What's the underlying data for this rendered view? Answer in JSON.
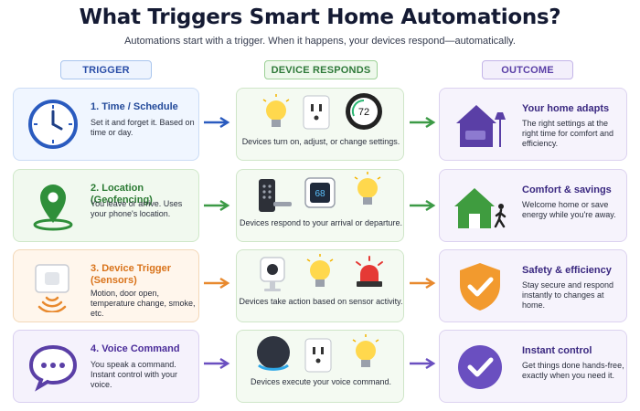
{
  "title": "What Triggers Smart Home Automations?",
  "subtitle": "Automations start with a trigger. When it happens, your devices respond—automatically.",
  "headers": {
    "trigger": "TRIGGER",
    "responds": "DEVICE RESPONDS",
    "outcome": "OUTCOME"
  },
  "rows": [
    {
      "trigger": {
        "title": "1. Time / Schedule",
        "desc": "Set it and forget it. Based on time or day.",
        "icon": "clock-icon",
        "color": "#234a9a"
      },
      "responds": {
        "text": "Devices turn on, adjust, or change settings.",
        "devices": [
          "light-bulb-icon",
          "smart-plug-icon",
          "thermostat-icon"
        ],
        "thermostat_value": "72"
      },
      "outcome": {
        "title": "Your home adapts",
        "desc": "The right settings at the right time for comfort and efficiency.",
        "icon": "home-lamp-icon"
      }
    },
    {
      "trigger": {
        "title": "2. Location (Geofencing)",
        "desc": "You leave or arrive. Uses your phone's location.",
        "icon": "location-pin-icon",
        "color": "#2b7a33"
      },
      "responds": {
        "text": "Devices respond to your arrival or departure.",
        "devices": [
          "smart-lock-icon",
          "thermostat-icon",
          "light-bulb-icon"
        ],
        "thermostat_value": "68"
      },
      "outcome": {
        "title": "Comfort & savings",
        "desc": "Welcome home or save energy while you're away.",
        "icon": "house-walking-icon"
      }
    },
    {
      "trigger": {
        "title": "3. Device Trigger (Sensors)",
        "desc": "Motion, door open, temperature change, smoke, etc.",
        "icon": "motion-sensor-icon",
        "color": "#d9731a"
      },
      "responds": {
        "text": "Devices take action based on sensor activity.",
        "devices": [
          "camera-icon",
          "light-bulb-icon",
          "siren-icon"
        ]
      },
      "outcome": {
        "title": "Safety & efficiency",
        "desc": "Stay secure and respond instantly to changes at home.",
        "icon": "shield-check-icon"
      }
    },
    {
      "trigger": {
        "title": "4. Voice Command",
        "desc": "You speak a command. Instant control with your voice.",
        "icon": "speech-bubble-icon",
        "color": "#4b2d9a"
      },
      "responds": {
        "text": "Devices execute your voice command.",
        "devices": [
          "smart-speaker-icon",
          "smart-plug-icon",
          "light-bulb-icon"
        ]
      },
      "outcome": {
        "title": "Instant control",
        "desc": "Get things done hands-free, exactly when you need it.",
        "icon": "check-circle-icon"
      }
    }
  ],
  "colors": {
    "blue": "#234a9a",
    "green": "#2b7a33",
    "orange": "#d9731a",
    "purple": "#4b2d9a"
  }
}
